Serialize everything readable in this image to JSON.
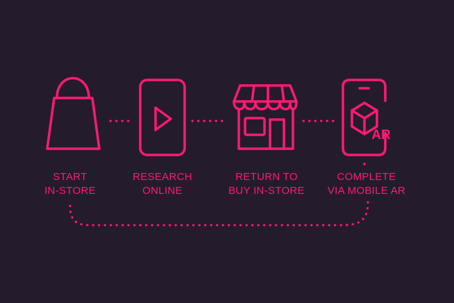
{
  "accent_color": "#ff1a74",
  "background_color": "#241c2c",
  "steps": [
    {
      "icon": "shopping-bag-icon",
      "label": "START\nIN-STORE"
    },
    {
      "icon": "video-play-phone-icon",
      "label": "RESEARCH\nONLINE"
    },
    {
      "icon": "storefront-icon",
      "label": "RETURN TO\nBUY IN-STORE"
    },
    {
      "icon": "phone-ar-cube-icon",
      "label": "COMPLETE\nVIA MOBILE AR",
      "icon_text": "AR"
    }
  ]
}
